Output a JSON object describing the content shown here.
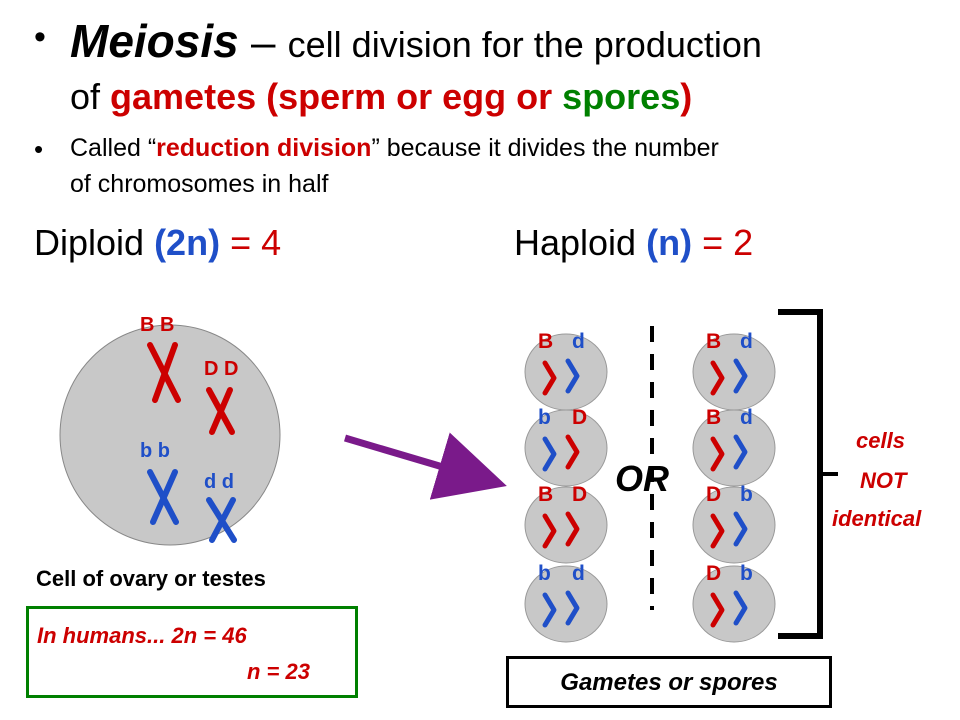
{
  "bullet1": {
    "term": "Meiosis",
    "dash": " – ",
    "text1": "cell division for the production",
    "text2": "of ",
    "highlight_red": "gametes (sperm or egg or ",
    "highlight_green": "spores",
    "close_red": ")"
  },
  "bullet2": {
    "text1": "Called “",
    "highlight": "reduction division",
    "text2": "” because it divides the number",
    "text3": "of chromosomes in half"
  },
  "diploid": {
    "label": "Diploid ",
    "notation": "(2n)",
    "eq": " = 4"
  },
  "haploid": {
    "label": "Haploid ",
    "notation": "(n)",
    "eq": " = 2"
  },
  "parent_cell": {
    "labels": {
      "BB": "B  B",
      "DD": "D  D",
      "bb": "b  b",
      "dd": "d  d"
    },
    "caption": "Cell of ovary or testes"
  },
  "humans_box": {
    "line1": "In humans... 2n = 46",
    "line2": "n = 23"
  },
  "gametes": {
    "left": [
      {
        "a": "B",
        "b": "d"
      },
      {
        "a": "b",
        "b": "D"
      },
      {
        "a": "B",
        "b": "D"
      },
      {
        "a": "b",
        "b": "d"
      }
    ],
    "right": [
      {
        "a": "B",
        "b": "d"
      },
      {
        "a": "B",
        "b": "d"
      },
      {
        "a": "D",
        "b": "b"
      },
      {
        "a": "D",
        "b": "b"
      }
    ],
    "or_label": "OR",
    "caption": "Gametes or spores"
  },
  "side_note": {
    "line1": "cells",
    "line2": "NOT",
    "line3": "identical"
  },
  "colors": {
    "red": "#cc0000",
    "green": "#008000",
    "blue": "#1f4fc8",
    "purple": "#7a1a8a",
    "cell_fill": "#c8c8c8"
  }
}
